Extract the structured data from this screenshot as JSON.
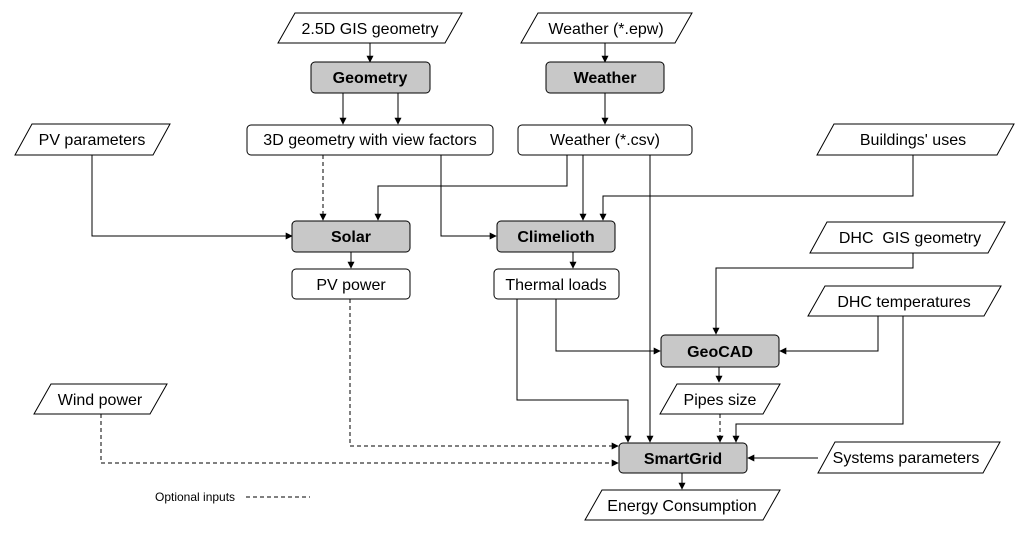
{
  "inputs": {
    "gis_geometry": "2.5D GIS geometry",
    "weather_epw": "Weather (*.epw)",
    "pv_parameters": "PV parameters",
    "buildings_uses": "Buildings' uses",
    "dhc_gis_geometry": "DHC  GIS geometry",
    "dhc_temperatures": "DHC temperatures",
    "wind_power": "Wind power",
    "systems_parameters": "Systems parameters"
  },
  "tools": {
    "geometry": "Geometry",
    "weather": "Weather",
    "solar": "Solar",
    "climelioth": "Climelioth",
    "geocad": "GeoCAD",
    "smartgrid": "SmartGrid"
  },
  "intermediate": {
    "geometry_3d": "3D geometry with view factors",
    "weather_csv": "Weather (*.csv)",
    "pv_power": "PV power",
    "thermal_loads": "Thermal loads"
  },
  "outputs": {
    "pipes_size": "Pipes size",
    "energy_consumption": "Energy Consumption"
  },
  "legend": {
    "optional_inputs": "Optional inputs"
  },
  "colors": {
    "tool_fill": "#c8c8c8",
    "box_fill": "#ffffff",
    "stroke": "#000000"
  }
}
